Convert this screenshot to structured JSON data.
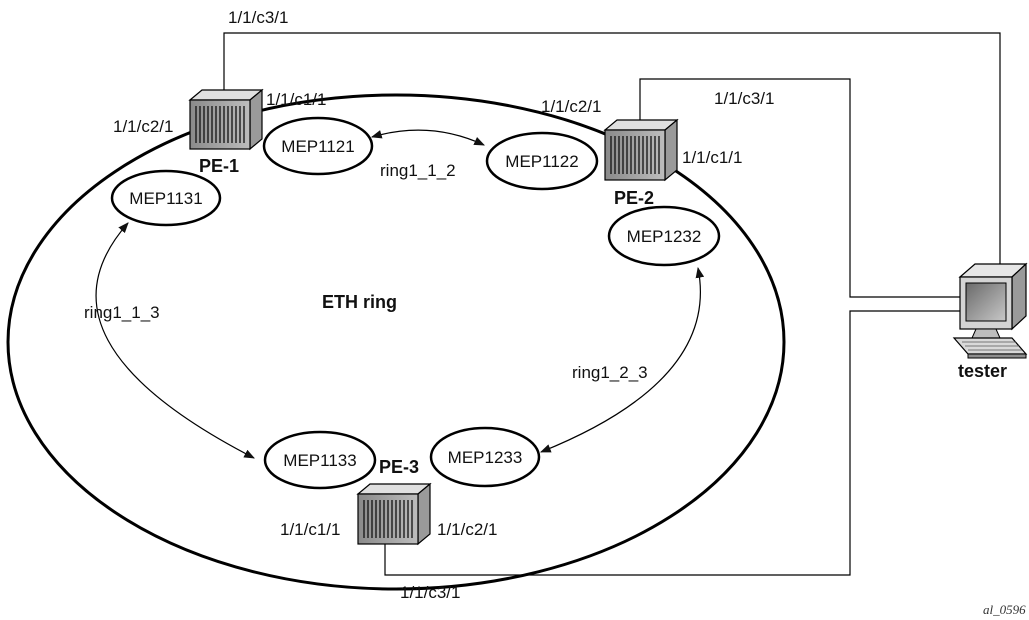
{
  "ring": {
    "label": "ETH ring"
  },
  "nodes": [
    {
      "id": "pe1",
      "name": "PE-1",
      "port_left": "1/1/c2/1",
      "port_right": "1/1/c1/1",
      "port_top": "1/1/c3/1"
    },
    {
      "id": "pe2",
      "name": "PE-2",
      "port_left": "1/1/c2/1",
      "port_right": "1/1/c1/1",
      "port_top": "1/1/c3/1"
    },
    {
      "id": "pe3",
      "name": "PE-3",
      "port_left": "1/1/c1/1",
      "port_right": "1/1/c2/1",
      "port_bottom": "1/1/c3/1"
    }
  ],
  "meps": [
    "MEP1121",
    "MEP1122",
    "MEP1131",
    "MEP1232",
    "MEP1133",
    "MEP1233"
  ],
  "ring_links": [
    "ring1_1_2",
    "ring1_1_3",
    "ring1_2_3"
  ],
  "tester": {
    "label": "tester"
  },
  "figure_id": "al_0596"
}
